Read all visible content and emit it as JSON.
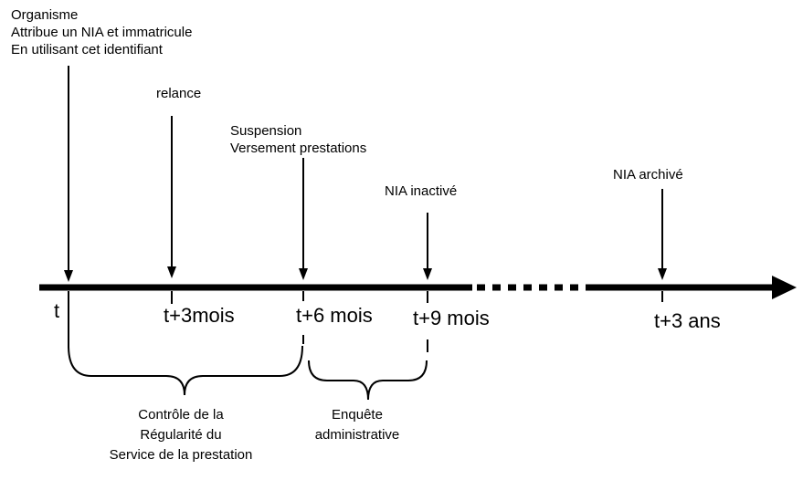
{
  "diagram_type": "timeline",
  "timeline": {
    "ticks": [
      "t",
      "t+3mois",
      "t+6 mois",
      "t+9 mois",
      "t+3 ans"
    ],
    "events": [
      {
        "at": "t",
        "label": "Organisme\nAttribue un NIA et immatricule\nEn utilisant cet identifiant"
      },
      {
        "at": "t+3mois",
        "label": "relance"
      },
      {
        "at": "t+6 mois",
        "label": "Suspension\nVersement prestations"
      },
      {
        "at": "t+9 mois",
        "label": "NIA inactivé"
      },
      {
        "at": "t+3 ans",
        "label": "NIA archivé"
      }
    ],
    "phases": [
      {
        "from": "t",
        "to": "t+6 mois",
        "label": "Contrôle de la\nRégularité du\nService de la prestation"
      },
      {
        "from": "t+6 mois",
        "to": "t+9 mois",
        "label": "Enquête\nadministrative"
      }
    ]
  },
  "colors": {
    "ink": "#000000",
    "background": "#ffffff"
  }
}
